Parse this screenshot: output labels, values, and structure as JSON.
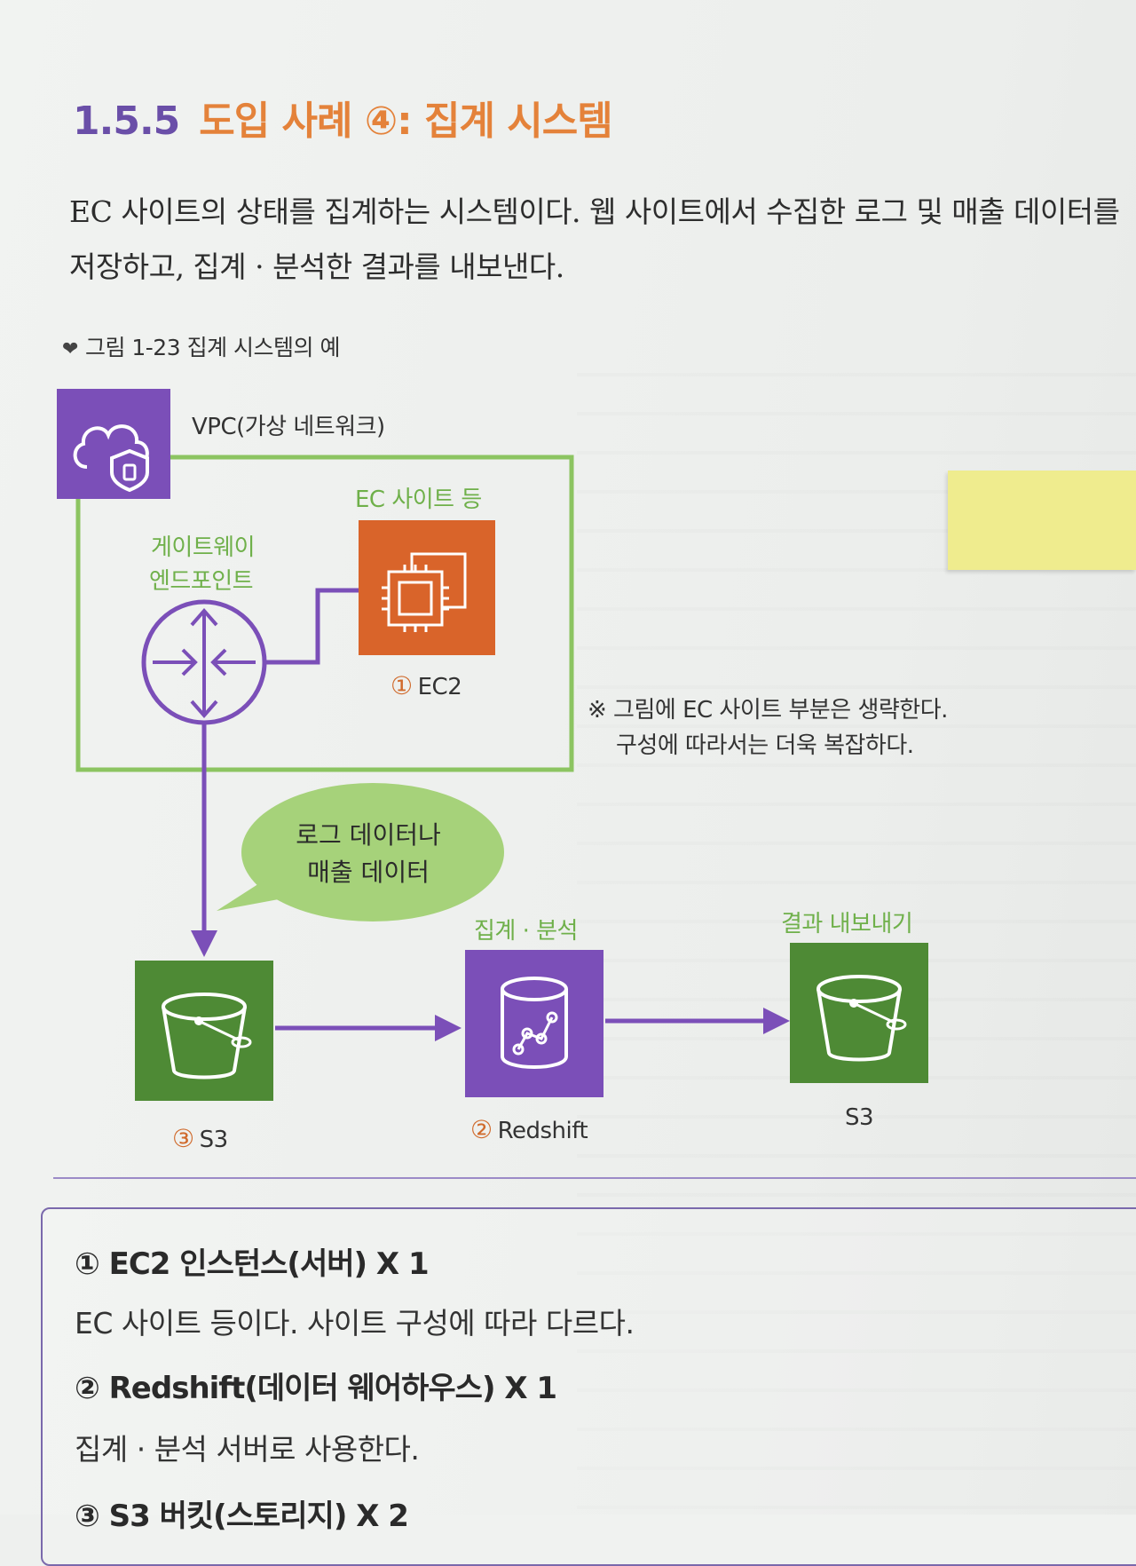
{
  "section": {
    "number": "1.5.5",
    "title": "도입 사례 ④: 집계 시스템"
  },
  "intro": {
    "text": "EC 사이트의 상태를 집계하는 시스템이다. 웹 사이트에서 수집한 로그 및 매출 데이터를 저장하고, 집계 · 분석한 결과를 내보낸다."
  },
  "figure": {
    "caption": "그림 1-23 집계 시스템의 예",
    "vpc_label": "VPC(가상 네트워크)",
    "ec_site_label": "EC 사이트 등",
    "gateway_label_line1": "게이트웨이",
    "gateway_label_line2": "엔드포인트",
    "ec2_num": "①",
    "ec2_label": "EC2",
    "note_line1": "※ 그림에 EC 사이트 부분은 생략한다.",
    "note_line2": "구성에 따라서는 더욱 복잡하다.",
    "bubble_line1": "로그 데이터나",
    "bubble_line2": "매출 데이터",
    "analysis_label": "집계 · 분석",
    "export_label": "결과 내보내기",
    "s3_num": "③",
    "s3_label": "S3",
    "redshift_num": "②",
    "redshift_label": "Redshift",
    "s3_export_label": "S3",
    "colors": {
      "purple": "#7b4fb8",
      "green": "#4e8a35",
      "orange": "#d9642a",
      "vpc_border": "#8cc461"
    }
  },
  "summary": {
    "items": [
      {
        "heading": "① EC2 인스턴스(서버) X 1",
        "desc": "EC 사이트 등이다. 사이트 구성에 따라 다르다."
      },
      {
        "heading": "② Redshift(데이터 웨어하우스) X 1",
        "desc": "집계 · 분석 서버로 사용한다."
      },
      {
        "heading": "③ S3 버킷(스토리지) X 2"
      }
    ]
  }
}
